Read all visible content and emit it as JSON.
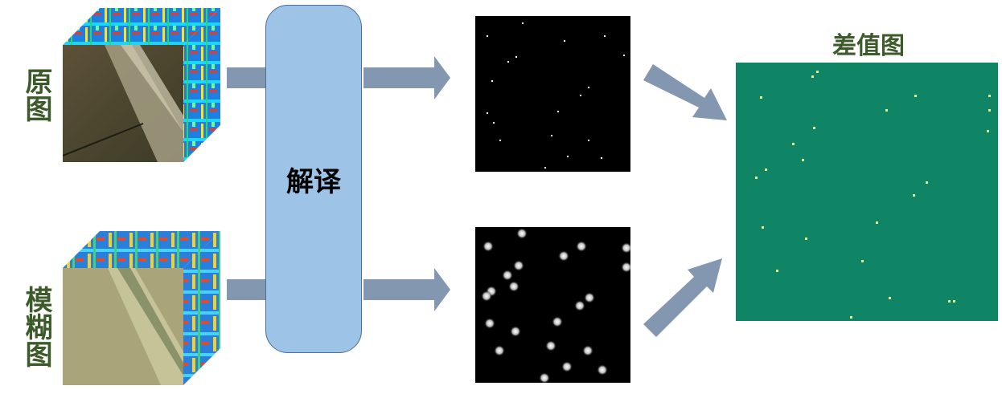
{
  "labels": {
    "original": "原图",
    "blurred": "模糊图"
  },
  "decoder": {
    "label": "解译"
  },
  "difference": {
    "title": "差值图"
  },
  "colors": {
    "label_green": "#3d5a2a",
    "decoder_fill": "#9dc3e6",
    "arrow": "#8497b0",
    "diff_bg": "#108565",
    "diff_point": "#e6f08c"
  }
}
